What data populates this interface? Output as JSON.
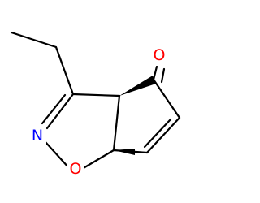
{
  "molecule": {
    "atoms": {
      "oxygen_carbonyl": "O",
      "nitrogen": "N",
      "oxygen_ring": "O"
    },
    "colors": {
      "bond": "#000000",
      "oxygen": "#ff0000",
      "nitrogen": "#0000ff",
      "background": "#ffffff"
    }
  }
}
